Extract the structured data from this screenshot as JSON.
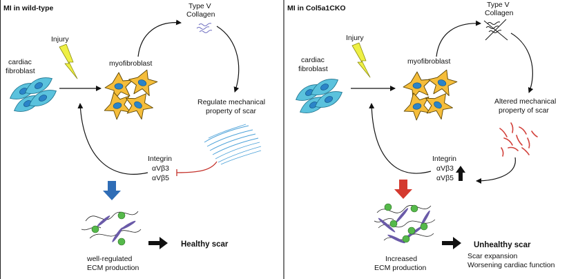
{
  "left": {
    "title": "MI in wild-type",
    "injury": "Injury",
    "cardiac": "cardiac",
    "fibroblast": "fibroblast",
    "myofibroblast": "myofibroblast",
    "collagen_type": "Type V",
    "collagen": "Collagen",
    "mech_line1": "Regulate mechanical",
    "mech_line2": "property of scar",
    "integrin": "Integrin",
    "avb3": "αVβ3",
    "avb5": "αVβ5",
    "ecm_line1": "well-regulated",
    "ecm_line2": "ECM production",
    "outcome": "Healthy scar"
  },
  "right": {
    "title": "MI in Col5a1CKO",
    "injury": "Injury",
    "cardiac": "cardiac",
    "fibroblast": "fibroblast",
    "myofibroblast": "myofibroblast",
    "collagen_type": "Type V",
    "collagen": "Collagen",
    "mech_line1": "Altered mechanical",
    "mech_line2": "property of scar",
    "integrin": "Integrin",
    "avb3": "αVβ3",
    "avb5": "αVβ5",
    "ecm_line1": "Increased",
    "ecm_line2": "ECM production",
    "outcome": "Unhealthy scar",
    "effect1": "Scar expansion",
    "effect2": "Worsening cardiac function"
  },
  "colors": {
    "fibroblast": "#5bc2dd",
    "nucleus": "#2b84c8",
    "myofibroblast": "#f5bd3a",
    "lightning": "#eef044",
    "down_arrow_wt": "#2f6db6",
    "down_arrow_ko": "#d43a2f",
    "collagen": "#6c6cc0",
    "scar_wt": "#4aa0d8",
    "scar_ko": "#d2403a",
    "ecm_dot": "#55b94a",
    "ecm_fiber": "#6a5aa8"
  }
}
